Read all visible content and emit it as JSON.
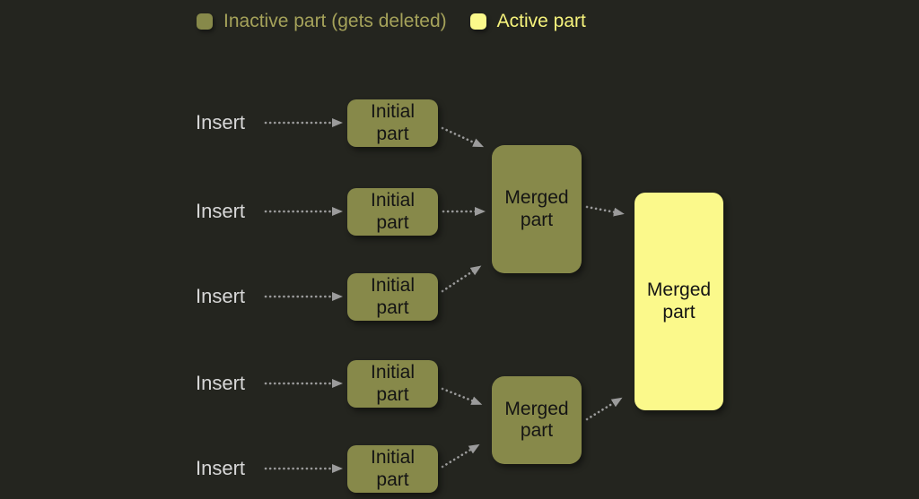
{
  "legend": {
    "inactive_label": "Inactive part (gets deleted)",
    "active_label": "Active part"
  },
  "rows": [
    {
      "insert_label": "Insert",
      "part_label": "Initial part"
    },
    {
      "insert_label": "Insert",
      "part_label": "Initial part"
    },
    {
      "insert_label": "Insert",
      "part_label": "Initial part"
    },
    {
      "insert_label": "Insert",
      "part_label": "Initial part"
    },
    {
      "insert_label": "Insert",
      "part_label": "Initial part"
    }
  ],
  "merged": [
    {
      "label": "Merged part"
    },
    {
      "label": "Merged part"
    }
  ],
  "final": {
    "label": "Merged part"
  },
  "colors": {
    "background": "#24251f",
    "inactive_part": "#87894a",
    "active_part": "#fbf98b",
    "arrow": "#9b9b9b",
    "insert_text": "#d8d8d8",
    "node_text": "#141414",
    "legend_inactive_text": "#a5a25a",
    "legend_active_text": "#f6f37c"
  }
}
